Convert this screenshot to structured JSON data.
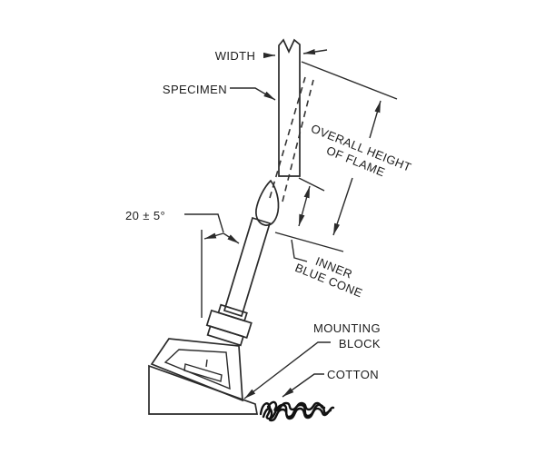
{
  "figure": {
    "title": "flame-test-apparatus-diagram",
    "background": "#ffffff",
    "labels": {
      "width": "WIDTH",
      "specimen": "SPECIMEN",
      "overall_height_line1": "OVERALL HEIGHT",
      "overall_height_line2": "OF FLAME",
      "angle": "20 ± 5°",
      "inner_cone_line1": "INNER",
      "inner_cone_line2": "BLUE CONE",
      "mounting_line1": "MOUNTING",
      "mounting_line2": "BLOCK",
      "cotton": "COTTON"
    },
    "colors": {
      "specimen_fill": "#fa00fa",
      "flame_fill": "#ffe400",
      "burner_fill": "#40e0e6",
      "line": "#2a2a2a"
    }
  }
}
